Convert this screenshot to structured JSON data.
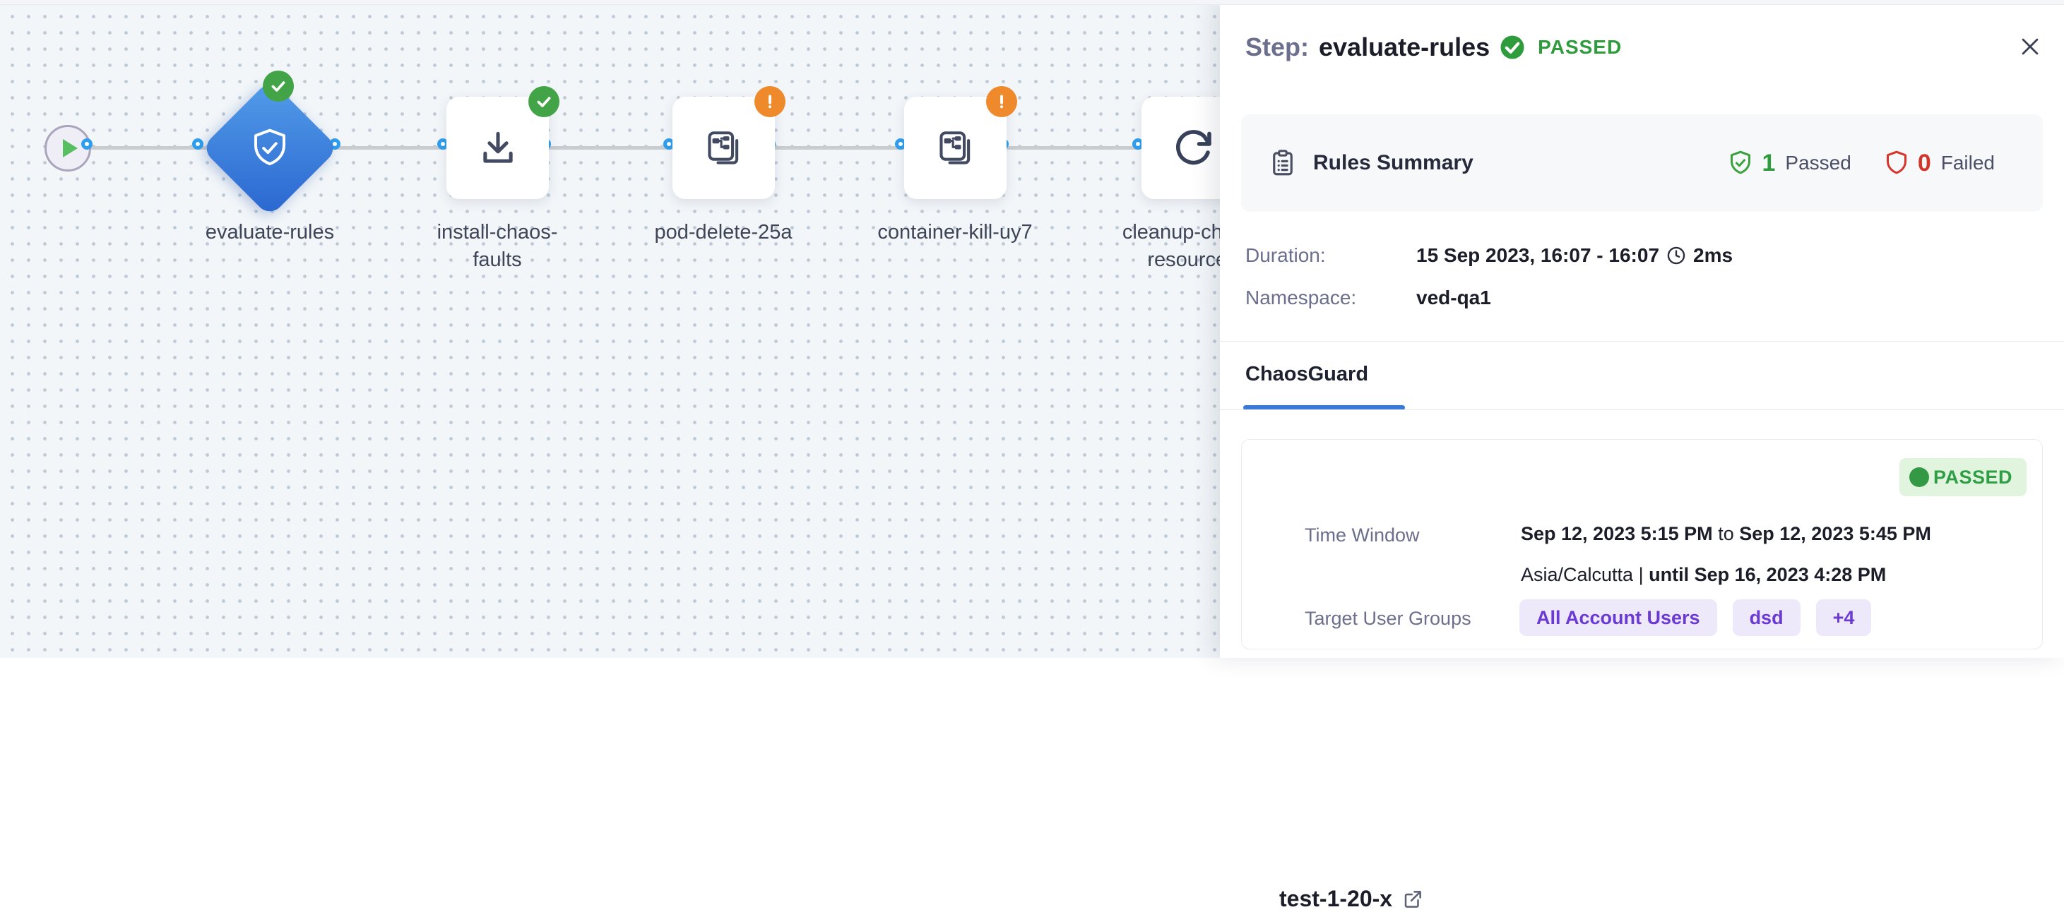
{
  "canvas": {
    "nodes": [
      {
        "id": "start",
        "type": "start",
        "icon": "play-icon"
      },
      {
        "id": "evaluate-rules",
        "label": "evaluate-rules",
        "type": "diamond",
        "icon": "shield-check-icon",
        "status": "passed"
      },
      {
        "id": "install-chaos-faults",
        "label": "install-chaos-faults",
        "type": "step",
        "icon": "download-icon",
        "status": "passed"
      },
      {
        "id": "pod-delete-25a",
        "label": "pod-delete-25a",
        "type": "step",
        "icon": "experiment-icon",
        "status": "warning"
      },
      {
        "id": "container-kill-uy7",
        "label": "container-kill-uy7",
        "type": "step",
        "icon": "experiment-icon",
        "status": "warning"
      },
      {
        "id": "cleanup-chaos-resources",
        "label": "cleanup-chaos-resources",
        "type": "step",
        "icon": "refresh-icon",
        "status": "passed"
      }
    ]
  },
  "panel": {
    "header": {
      "prefix": "Step:",
      "name": "evaluate-rules",
      "status": "PASSED"
    },
    "rules_summary": {
      "title": "Rules Summary",
      "passed_count": "1",
      "passed_label": "Passed",
      "failed_count": "0",
      "failed_label": "Failed"
    },
    "details": {
      "duration_label": "Duration:",
      "duration_value": "15 Sep 2023, 16:07 - 16:07",
      "duration_ms": "2ms",
      "namespace_label": "Namespace:",
      "namespace_value": "ved-qa1"
    },
    "tabs": [
      {
        "label": "ChaosGuard",
        "active": true
      }
    ],
    "guard_card": {
      "name": "test-1-20-x",
      "status": "PASSED",
      "time_window_label": "Time Window",
      "time_window_start": "Sep 12, 2023 5:15 PM",
      "time_window_joiner": "to",
      "time_window_end": "Sep 12, 2023 5:45 PM",
      "timezone": "Asia/Calcutta",
      "separator": "|",
      "until_text": "until Sep 16, 2023 4:28 PM",
      "target_label": "Target User Groups",
      "chips": [
        "All Account Users",
        "dsd",
        "+4"
      ]
    }
  },
  "colors": {
    "accent_blue": "#3b79d8",
    "success_green": "#2f9e44",
    "warning_orange": "#ee8a2c",
    "fail_red": "#d2352b",
    "chip_purple": "#6a3ad2",
    "diamond_gradient_start": "#539de9",
    "diamond_gradient_end": "#2a66d0"
  }
}
